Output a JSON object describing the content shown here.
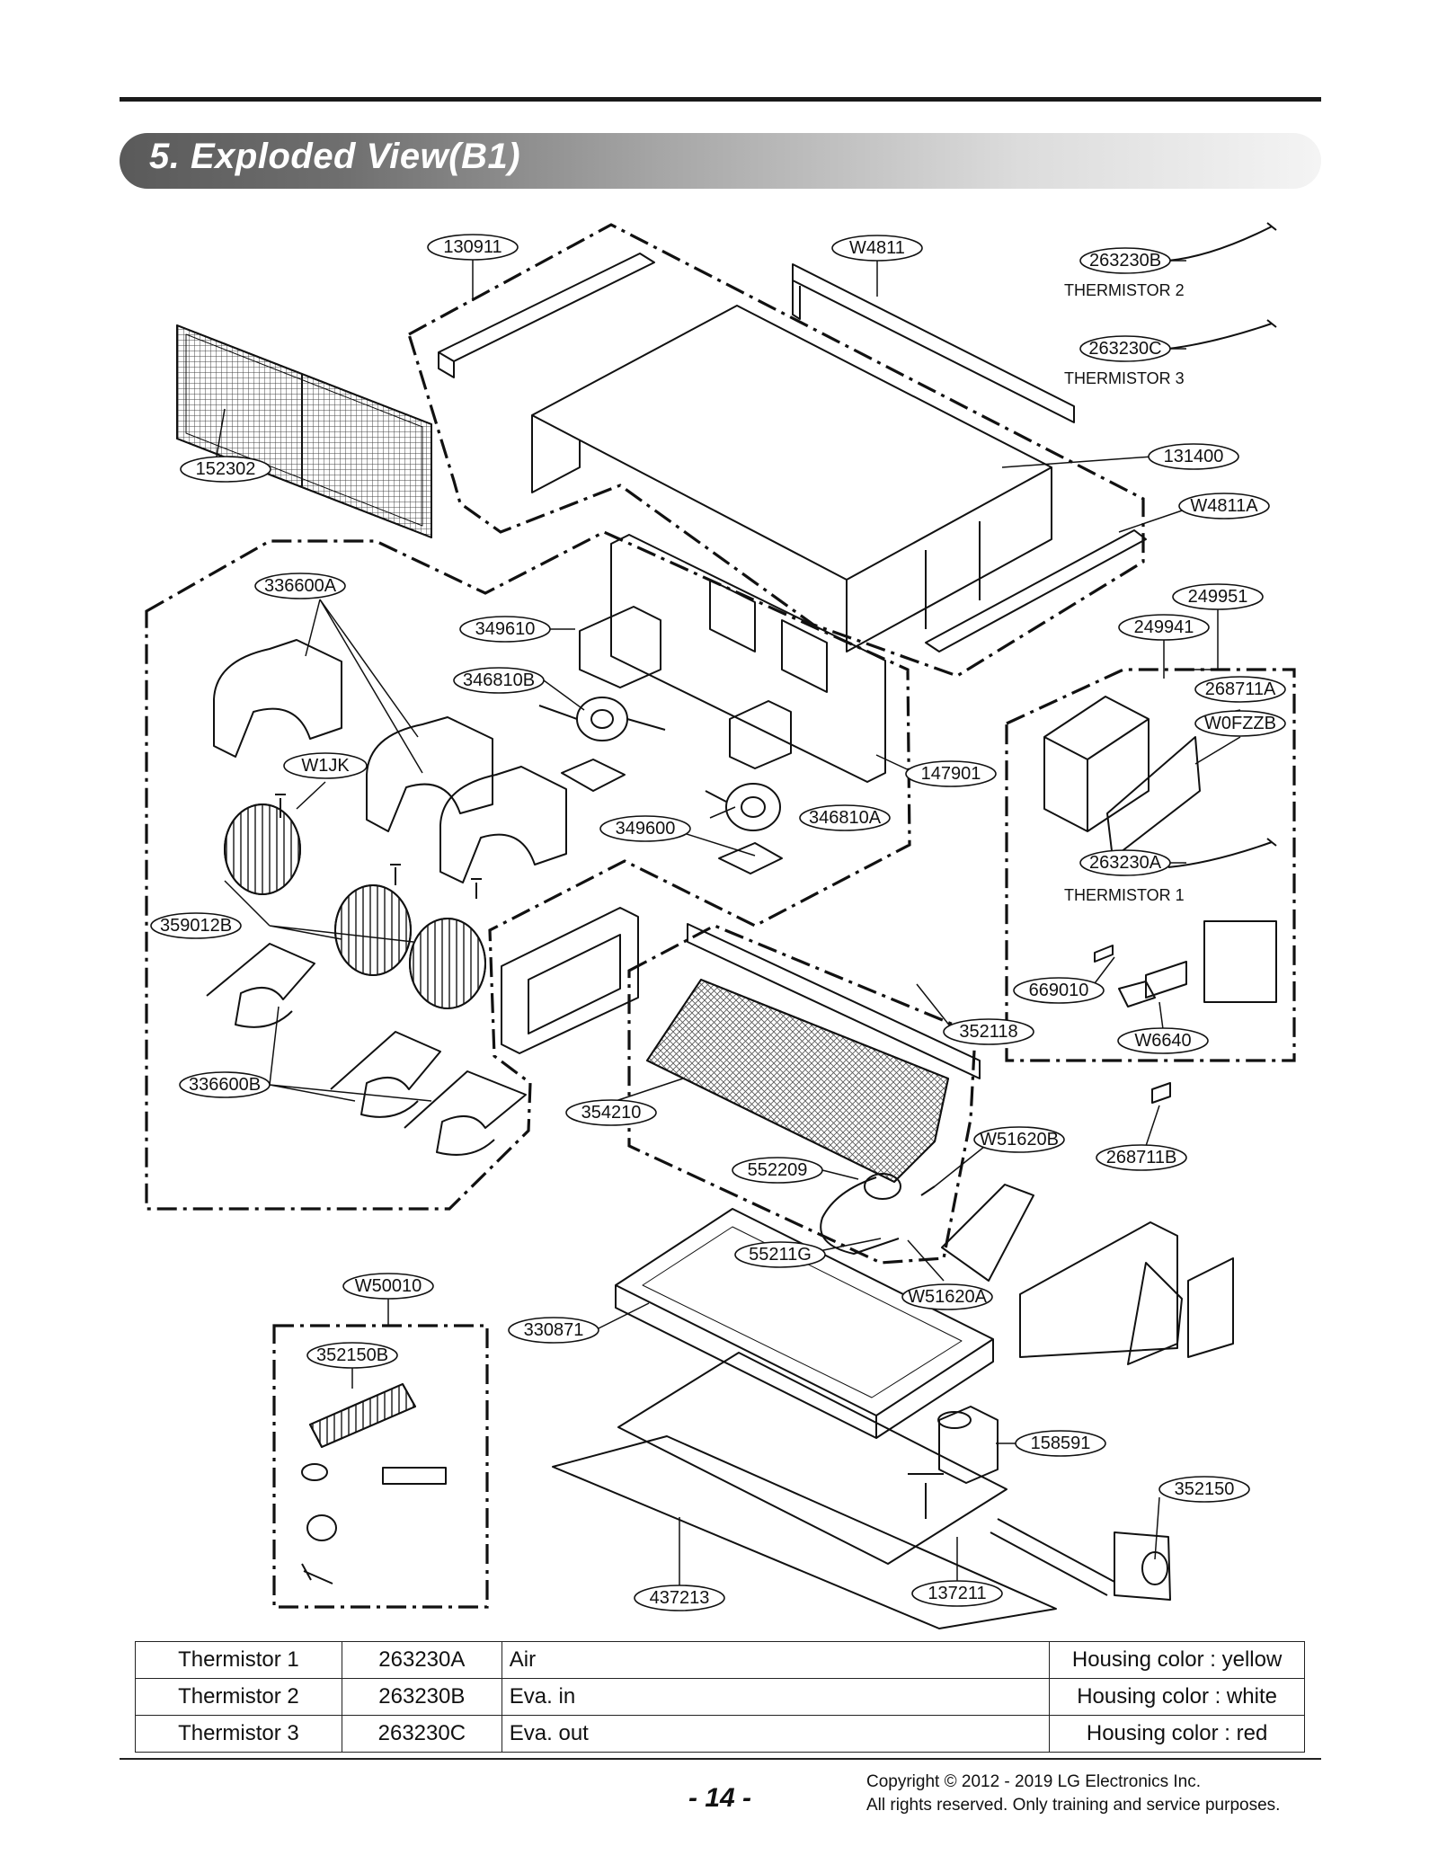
{
  "page": {
    "title": "5. Exploded View(B1)",
    "page_number": "- 14 -"
  },
  "callouts": [
    "130911",
    "W4811",
    "263230B",
    "263230C",
    "152302",
    "131400",
    "W4811A",
    "336600A",
    "349610",
    "249951",
    "249941",
    "346810B",
    "268711A",
    "W0FZZB",
    "W1JK",
    "147901",
    "349600",
    "346810A",
    "263230A",
    "359012B",
    "669010",
    "352118",
    "W6640",
    "336600B",
    "354210",
    "W51620B",
    "268711B",
    "552209",
    "55211G",
    "W50010",
    "W51620A",
    "330871",
    "352150B",
    "158591",
    "352150",
    "437213",
    "137211"
  ],
  "captions": [
    "THERMISTOR 2",
    "THERMISTOR 3",
    "THERMISTOR 1"
  ],
  "table": {
    "rows": [
      [
        "Thermistor 1",
        "263230A",
        "Air",
        "Housing color : yellow"
      ],
      [
        "Thermistor 2",
        "263230B",
        "Eva. in",
        "Housing color : white"
      ],
      [
        "Thermistor 3",
        "263230C",
        "Eva. out",
        "Housing color : red"
      ]
    ]
  },
  "footer": {
    "copyright_line1": "Copyright © 2012 - 2019 LG Electronics Inc.",
    "copyright_line2": "All rights reserved. Only training and service purposes."
  }
}
